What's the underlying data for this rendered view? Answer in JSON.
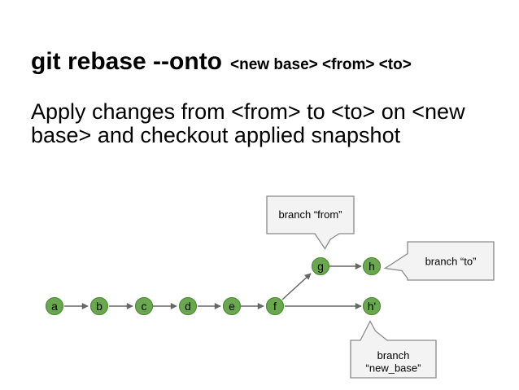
{
  "title": {
    "command": "git rebase --onto",
    "args": "<new base> <from> <to>"
  },
  "description": "Apply changes from <from> to <to> on <new base> and checkout applied snapshot",
  "diagram": {
    "nodes": [
      {
        "label": "a"
      },
      {
        "label": "b"
      },
      {
        "label": "c"
      },
      {
        "label": "d"
      },
      {
        "label": "e"
      },
      {
        "label": "f"
      },
      {
        "label": "g"
      },
      {
        "label": "h"
      },
      {
        "label": "h'"
      }
    ],
    "callouts": {
      "from": {
        "text": "branch “from”"
      },
      "to": {
        "text": "branch “to”"
      },
      "new_base": {
        "line1": "branch",
        "line2": "“new_base”"
      }
    },
    "colors": {
      "node_fill": "#6aa84f",
      "node_border": "#538c3b",
      "arrow": "#666666",
      "callout_fill": "#f3f3f3",
      "callout_border": "#8a8a8a",
      "background": "#ffffff",
      "text": "#000000"
    }
  }
}
